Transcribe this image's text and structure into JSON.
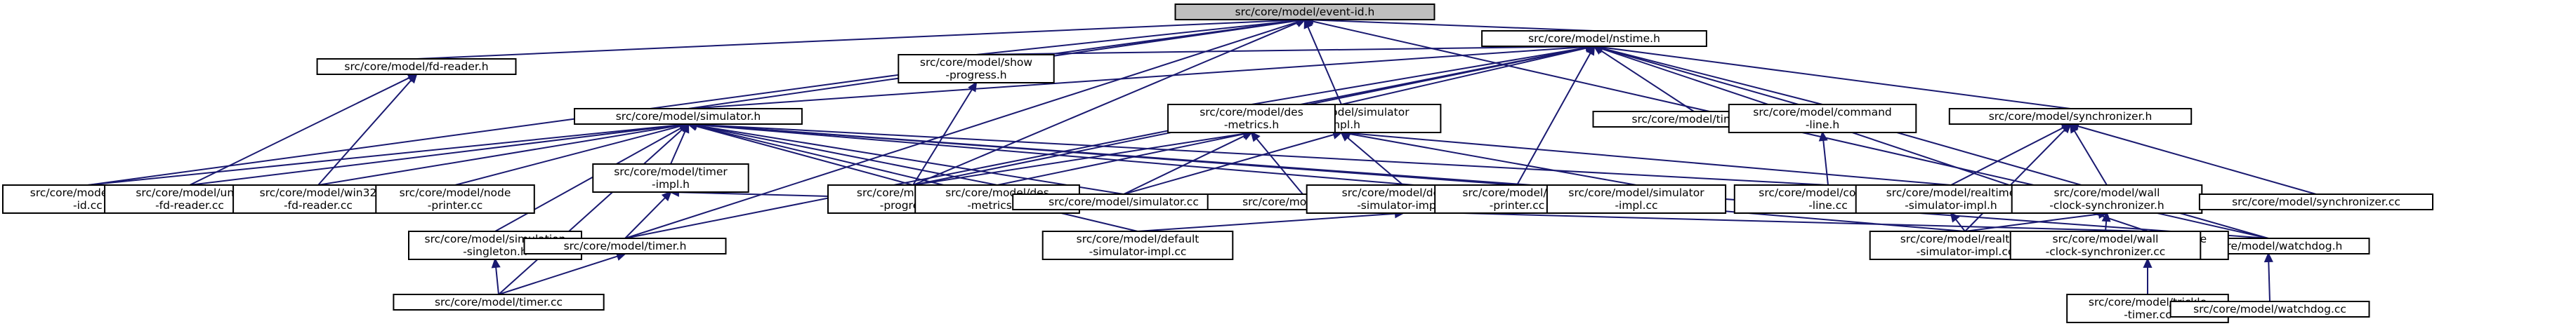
{
  "graph": {
    "edge_color": "#191970",
    "root_fill": "#bfbfbf",
    "nodes": [
      {
        "id": "event_id_h",
        "lines": [
          "src/core/model/event-id.h"
        ],
        "root": true
      },
      {
        "id": "fd_reader_h",
        "lines": [
          "src/core/model/fd-reader.h"
        ]
      },
      {
        "id": "show_progress_h",
        "lines": [
          "src/core/model/show",
          "-progress.h"
        ]
      },
      {
        "id": "nstime_h",
        "lines": [
          "src/core/model/nstime.h"
        ]
      },
      {
        "id": "event_id_cc",
        "lines": [
          "src/core/model/event",
          "-id.cc"
        ]
      },
      {
        "id": "unix_fd_reader_cc",
        "lines": [
          "src/core/model/unix",
          "-fd-reader.cc"
        ]
      },
      {
        "id": "win32_fd_reader_cc",
        "lines": [
          "src/core/model/win32",
          "-fd-reader.cc"
        ]
      },
      {
        "id": "show_progress_cc",
        "lines": [
          "src/core/model/show",
          "-progress.cc"
        ]
      },
      {
        "id": "simulator_impl_h",
        "lines": [
          "src/core/model/simulator",
          "-impl.h"
        ]
      },
      {
        "id": "watchdog_h",
        "lines": [
          "src/core/model/watchdog.h"
        ]
      },
      {
        "id": "simulator_h",
        "lines": [
          "src/core/model/simulator.h"
        ]
      },
      {
        "id": "des_metrics_h",
        "lines": [
          "src/core/model/des",
          "-metrics.h"
        ]
      },
      {
        "id": "time_cc",
        "lines": [
          "src/core/model/time.cc"
        ]
      },
      {
        "id": "command_line_h",
        "lines": [
          "src/core/model/command",
          "-line.h"
        ]
      },
      {
        "id": "synchronizer_h",
        "lines": [
          "src/core/model/synchronizer.h"
        ]
      },
      {
        "id": "trickle_timer_h",
        "lines": [
          "src/core/model/trickle",
          "-timer.h"
        ]
      },
      {
        "id": "node_printer_cc",
        "lines": [
          "src/core/model/node",
          "-printer.cc"
        ]
      },
      {
        "id": "timer_impl_h",
        "lines": [
          "src/core/model/timer",
          "-impl.h"
        ]
      },
      {
        "id": "des_metrics_cc",
        "lines": [
          "src/core/model/des",
          "-metrics.cc"
        ]
      },
      {
        "id": "simulator_cc",
        "lines": [
          "src/core/model/simulator.cc"
        ]
      },
      {
        "id": "test_cc",
        "lines": [
          "src/core/model/test.cc"
        ]
      },
      {
        "id": "default_simulator_impl_h",
        "lines": [
          "src/core/model/default",
          "-simulator-impl.h"
        ]
      },
      {
        "id": "time_printer_cc",
        "lines": [
          "src/core/model/time",
          "-printer.cc"
        ]
      },
      {
        "id": "simulator_impl_cc",
        "lines": [
          "src/core/model/simulator",
          "-impl.cc"
        ]
      },
      {
        "id": "command_line_cc",
        "lines": [
          "src/core/model/command",
          "-line.cc"
        ]
      },
      {
        "id": "realtime_simulator_impl_h",
        "lines": [
          "src/core/model/realtime",
          "-simulator-impl.h"
        ]
      },
      {
        "id": "wall_clock_synchronizer_h",
        "lines": [
          "src/core/model/wall",
          "-clock-synchronizer.h"
        ]
      },
      {
        "id": "synchronizer_cc",
        "lines": [
          "src/core/model/synchronizer.cc"
        ]
      },
      {
        "id": "simulation_singleton_h",
        "lines": [
          "src/core/model/simulation",
          "-singleton.h"
        ]
      },
      {
        "id": "timer_h",
        "lines": [
          "src/core/model/timer.h"
        ]
      },
      {
        "id": "default_simulator_impl_cc",
        "lines": [
          "src/core/model/default",
          "-simulator-impl.cc"
        ]
      },
      {
        "id": "realtime_simulator_impl_cc",
        "lines": [
          "src/core/model/realtime",
          "-simulator-impl.cc"
        ]
      },
      {
        "id": "wall_clock_synchronizer_cc",
        "lines": [
          "src/core/model/wall",
          "-clock-synchronizer.cc"
        ]
      },
      {
        "id": "timer_cc",
        "lines": [
          "src/core/model/timer.cc"
        ]
      },
      {
        "id": "trickle_timer_cc",
        "lines": [
          "src/core/model/trickle",
          "-timer.cc"
        ]
      },
      {
        "id": "watchdog_cc",
        "lines": [
          "src/core/model/watchdog.cc"
        ]
      }
    ],
    "edges": [
      [
        "event_id_h",
        "fd_reader_h"
      ],
      [
        "event_id_h",
        "show_progress_h"
      ],
      [
        "event_id_h",
        "nstime_h"
      ],
      [
        "event_id_h",
        "event_id_cc"
      ],
      [
        "event_id_h",
        "simulator_h"
      ],
      [
        "event_id_h",
        "show_progress_cc"
      ],
      [
        "event_id_h",
        "simulator_impl_h"
      ],
      [
        "event_id_h",
        "watchdog_h"
      ],
      [
        "event_id_h",
        "timer_h"
      ],
      [
        "fd_reader_h",
        "unix_fd_reader_cc"
      ],
      [
        "fd_reader_h",
        "win32_fd_reader_cc"
      ],
      [
        "show_progress_h",
        "show_progress_cc"
      ],
      [
        "nstime_h",
        "simulator_h"
      ],
      [
        "nstime_h",
        "show_progress_h"
      ],
      [
        "nstime_h",
        "des_metrics_h"
      ],
      [
        "nstime_h",
        "simulator_impl_h"
      ],
      [
        "nstime_h",
        "time_cc"
      ],
      [
        "nstime_h",
        "command_line_h"
      ],
      [
        "nstime_h",
        "synchronizer_h"
      ],
      [
        "nstime_h",
        "trickle_timer_h"
      ],
      [
        "nstime_h",
        "watchdog_h"
      ],
      [
        "nstime_h",
        "show_progress_cc"
      ],
      [
        "nstime_h",
        "time_printer_cc"
      ],
      [
        "nstime_h",
        "timer_h"
      ],
      [
        "simulator_h",
        "event_id_cc"
      ],
      [
        "simulator_h",
        "unix_fd_reader_cc"
      ],
      [
        "simulator_h",
        "win32_fd_reader_cc"
      ],
      [
        "simulator_h",
        "node_printer_cc"
      ],
      [
        "simulator_h",
        "timer_impl_h"
      ],
      [
        "simulator_h",
        "show_progress_cc"
      ],
      [
        "simulator_h",
        "des_metrics_cc"
      ],
      [
        "simulator_h",
        "simulator_cc"
      ],
      [
        "simulator_h",
        "time_printer_cc"
      ],
      [
        "simulator_h",
        "command_line_cc"
      ],
      [
        "simulator_h",
        "simulation_singleton_h"
      ],
      [
        "simulator_h",
        "timer_cc"
      ],
      [
        "simulator_h",
        "default_simulator_impl_cc"
      ],
      [
        "simulator_h",
        "realtime_simulator_impl_cc"
      ],
      [
        "simulator_h",
        "watchdog_h"
      ],
      [
        "des_metrics_h",
        "des_metrics_cc"
      ],
      [
        "des_metrics_h",
        "simulator_cc"
      ],
      [
        "des_metrics_h",
        "test_cc"
      ],
      [
        "des_metrics_h",
        "show_progress_cc"
      ],
      [
        "simulator_impl_h",
        "default_simulator_impl_h"
      ],
      [
        "simulator_impl_h",
        "simulator_impl_cc"
      ],
      [
        "simulator_impl_h",
        "simulator_cc"
      ],
      [
        "simulator_impl_h",
        "realtime_simulator_impl_h"
      ],
      [
        "command_line_h",
        "command_line_cc"
      ],
      [
        "synchronizer_h",
        "realtime_simulator_impl_h"
      ],
      [
        "synchronizer_h",
        "wall_clock_synchronizer_h"
      ],
      [
        "synchronizer_h",
        "synchronizer_cc"
      ],
      [
        "synchronizer_h",
        "realtime_simulator_impl_cc"
      ],
      [
        "timer_impl_h",
        "timer_h"
      ],
      [
        "timer_impl_h",
        "trickle_timer_h"
      ],
      [
        "default_simulator_impl_h",
        "default_simulator_impl_cc"
      ],
      [
        "realtime_simulator_impl_h",
        "realtime_simulator_impl_cc"
      ],
      [
        "wall_clock_synchronizer_h",
        "wall_clock_synchronizer_cc"
      ],
      [
        "wall_clock_synchronizer_h",
        "realtime_simulator_impl_cc"
      ],
      [
        "simulation_singleton_h",
        "timer_cc"
      ],
      [
        "timer_h",
        "timer_cc"
      ],
      [
        "trickle_timer_h",
        "trickle_timer_cc"
      ],
      [
        "watchdog_h",
        "watchdog_cc"
      ]
    ]
  }
}
